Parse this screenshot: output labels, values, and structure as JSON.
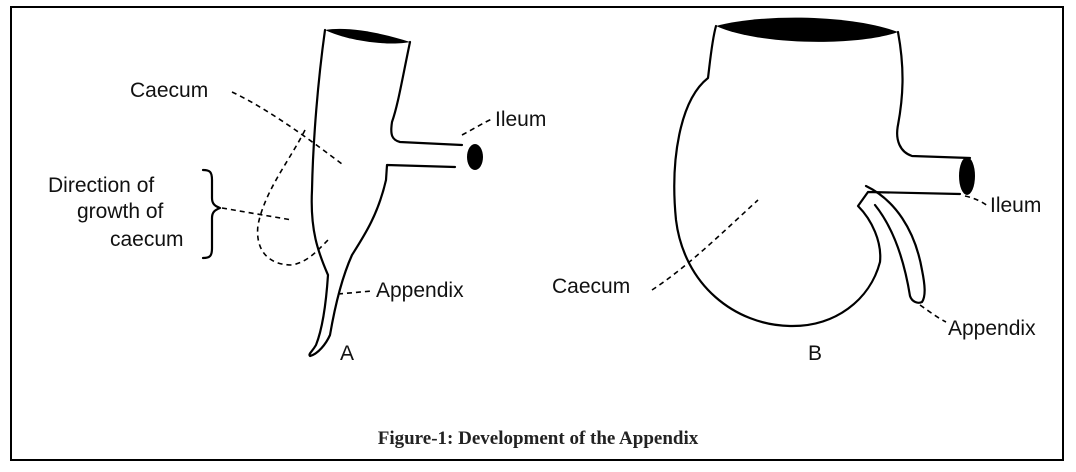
{
  "figure_a": {
    "labels": {
      "caecum": "Caecum",
      "ileum": "Ileum",
      "direction_line1": "Direction of",
      "direction_line2": "growth of",
      "direction_line3": "caecum",
      "appendix": "Appendix",
      "letter": "A"
    }
  },
  "figure_b": {
    "labels": {
      "ileum": "Ileum",
      "caecum": "Caecum",
      "appendix": "Appendix",
      "letter": "B"
    }
  },
  "caption": "Figure-1: Development of the Appendix"
}
